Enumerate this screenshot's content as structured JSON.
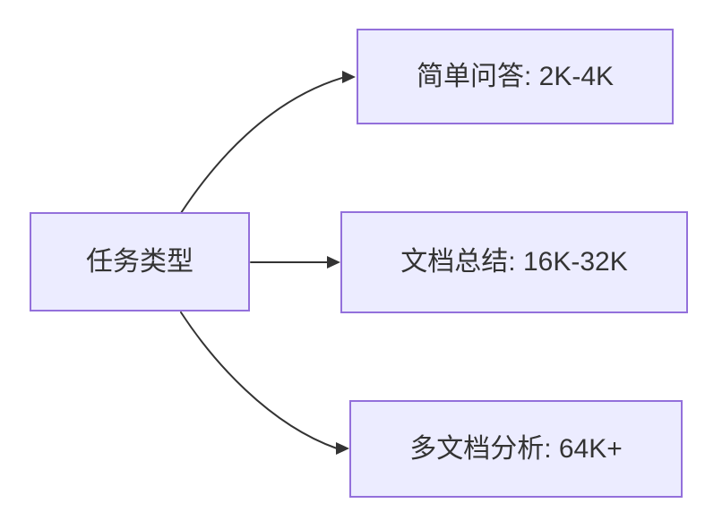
{
  "diagram": {
    "type": "flowchart-left-to-right",
    "root_node": {
      "label": "任务类型"
    },
    "branch_nodes": [
      {
        "label": "简单问答: 2K-4K"
      },
      {
        "label": "文档总结: 16K-32K"
      },
      {
        "label": "多文档分析: 64K+"
      }
    ],
    "edges": [
      {
        "from": "任务类型",
        "to": "简单问答: 2K-4K"
      },
      {
        "from": "任务类型",
        "to": "文档总结: 16K-32K"
      },
      {
        "from": "任务类型",
        "to": "多文档分析: 64K+"
      }
    ],
    "colors": {
      "node_fill": "#ECECFF",
      "node_border": "#9370DB",
      "arrow": "#333333",
      "text": "#333333",
      "background": "#FFFFFF"
    }
  }
}
